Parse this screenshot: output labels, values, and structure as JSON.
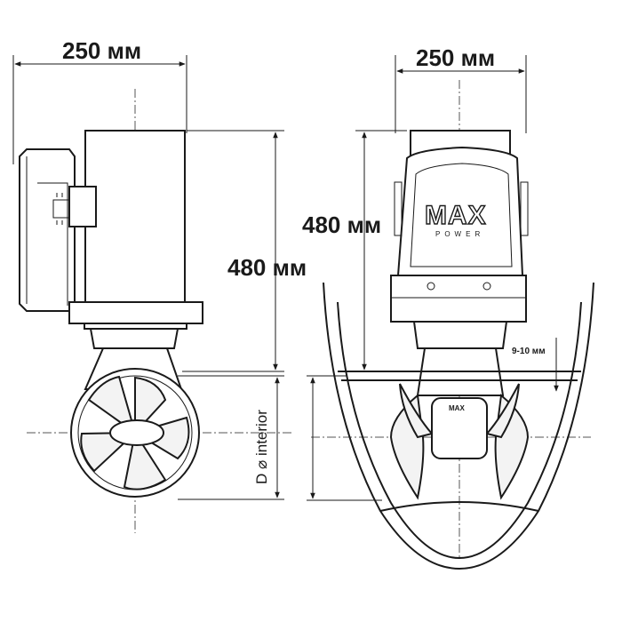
{
  "dimensions": {
    "side_width": "250 мм",
    "front_width": "250 мм",
    "side_height": "480 мм",
    "front_height": "480 мм",
    "hull_thickness": "9-10 мм",
    "tunnel_diameter": "D ⌀ interior"
  },
  "brand": {
    "name": "MAX",
    "subtitle": "POWER"
  },
  "colors": {
    "line": "#1a1a1a",
    "centerline": "#555555",
    "background": "#ffffff"
  }
}
